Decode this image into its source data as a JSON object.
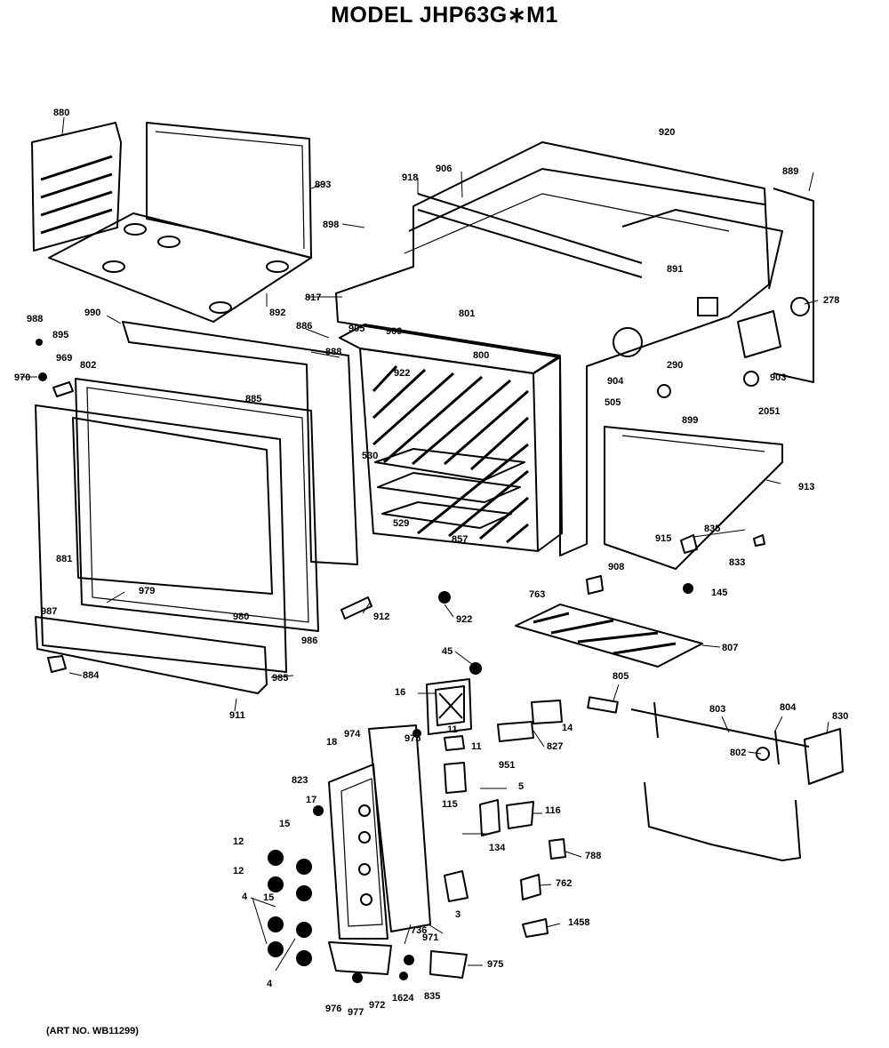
{
  "title": "MODEL JHP63G∗M1",
  "art_number": "(ART NO. WB11299)",
  "part_labels": [
    "880",
    "893",
    "898",
    "918",
    "906",
    "920",
    "889",
    "892",
    "817",
    "801",
    "891",
    "278",
    "988",
    "990",
    "895",
    "886",
    "905",
    "909",
    "969",
    "802",
    "970",
    "888",
    "922",
    "800",
    "904",
    "290",
    "903",
    "885",
    "505",
    "899",
    "2051",
    "530",
    "913",
    "529",
    "881",
    "835",
    "915",
    "857",
    "833",
    "908",
    "145",
    "763",
    "979",
    "987",
    "980",
    "912",
    "922",
    "986",
    "807",
    "884",
    "985",
    "45",
    "805",
    "911",
    "16",
    "975",
    "974",
    "11",
    "11",
    "14",
    "827",
    "803",
    "804",
    "830",
    "802",
    "18",
    "951",
    "823",
    "5",
    "17",
    "115",
    "116",
    "134",
    "15",
    "12",
    "788",
    "12",
    "15",
    "762",
    "4",
    "3",
    "736",
    "971",
    "1458",
    "975",
    "4",
    "976",
    "977",
    "972",
    "1624",
    "835"
  ]
}
